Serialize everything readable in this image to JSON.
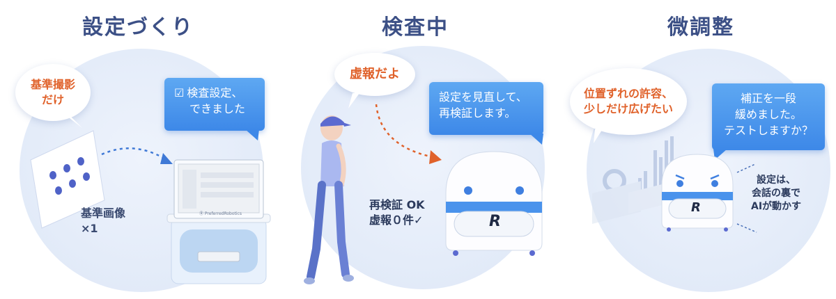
{
  "panels": [
    {
      "title": "設定づくり",
      "bubble_white": {
        "line1": "基準撮影",
        "line2": "だけ"
      },
      "bubble_blue": {
        "check": "☑",
        "line1": "検査設定、",
        "line2": "できました"
      },
      "caption": {
        "line1": "基準画像",
        "line2": "×1"
      },
      "device_brand": "Ⓡ PreferredRobotics"
    },
    {
      "title": "検査中",
      "bubble_white": "虚報だよ",
      "bubble_blue": {
        "line1": "設定を見直して、",
        "line2": "再検証します。"
      },
      "status": {
        "line1": "再検証 OK",
        "line2": "虚報０件✓"
      },
      "robot_logo": "R"
    },
    {
      "title": "微調整",
      "bubble_white": {
        "line1": "位置ずれの許容、",
        "line2": "少しだけ広げたい"
      },
      "bubble_blue": {
        "line1": "補正を一段",
        "line2": "緩めました。",
        "line3": "テストしますか？"
      },
      "note": {
        "line1": "設定は、",
        "line2": "会話の裏で",
        "line3": "AIが動かす"
      },
      "robot_logo": "R"
    }
  ],
  "colors": {
    "title": "#3c5086",
    "accent_orange": "#e0622b",
    "bubble_blue": "#4a93ec",
    "circle": "#e4ecf9"
  }
}
